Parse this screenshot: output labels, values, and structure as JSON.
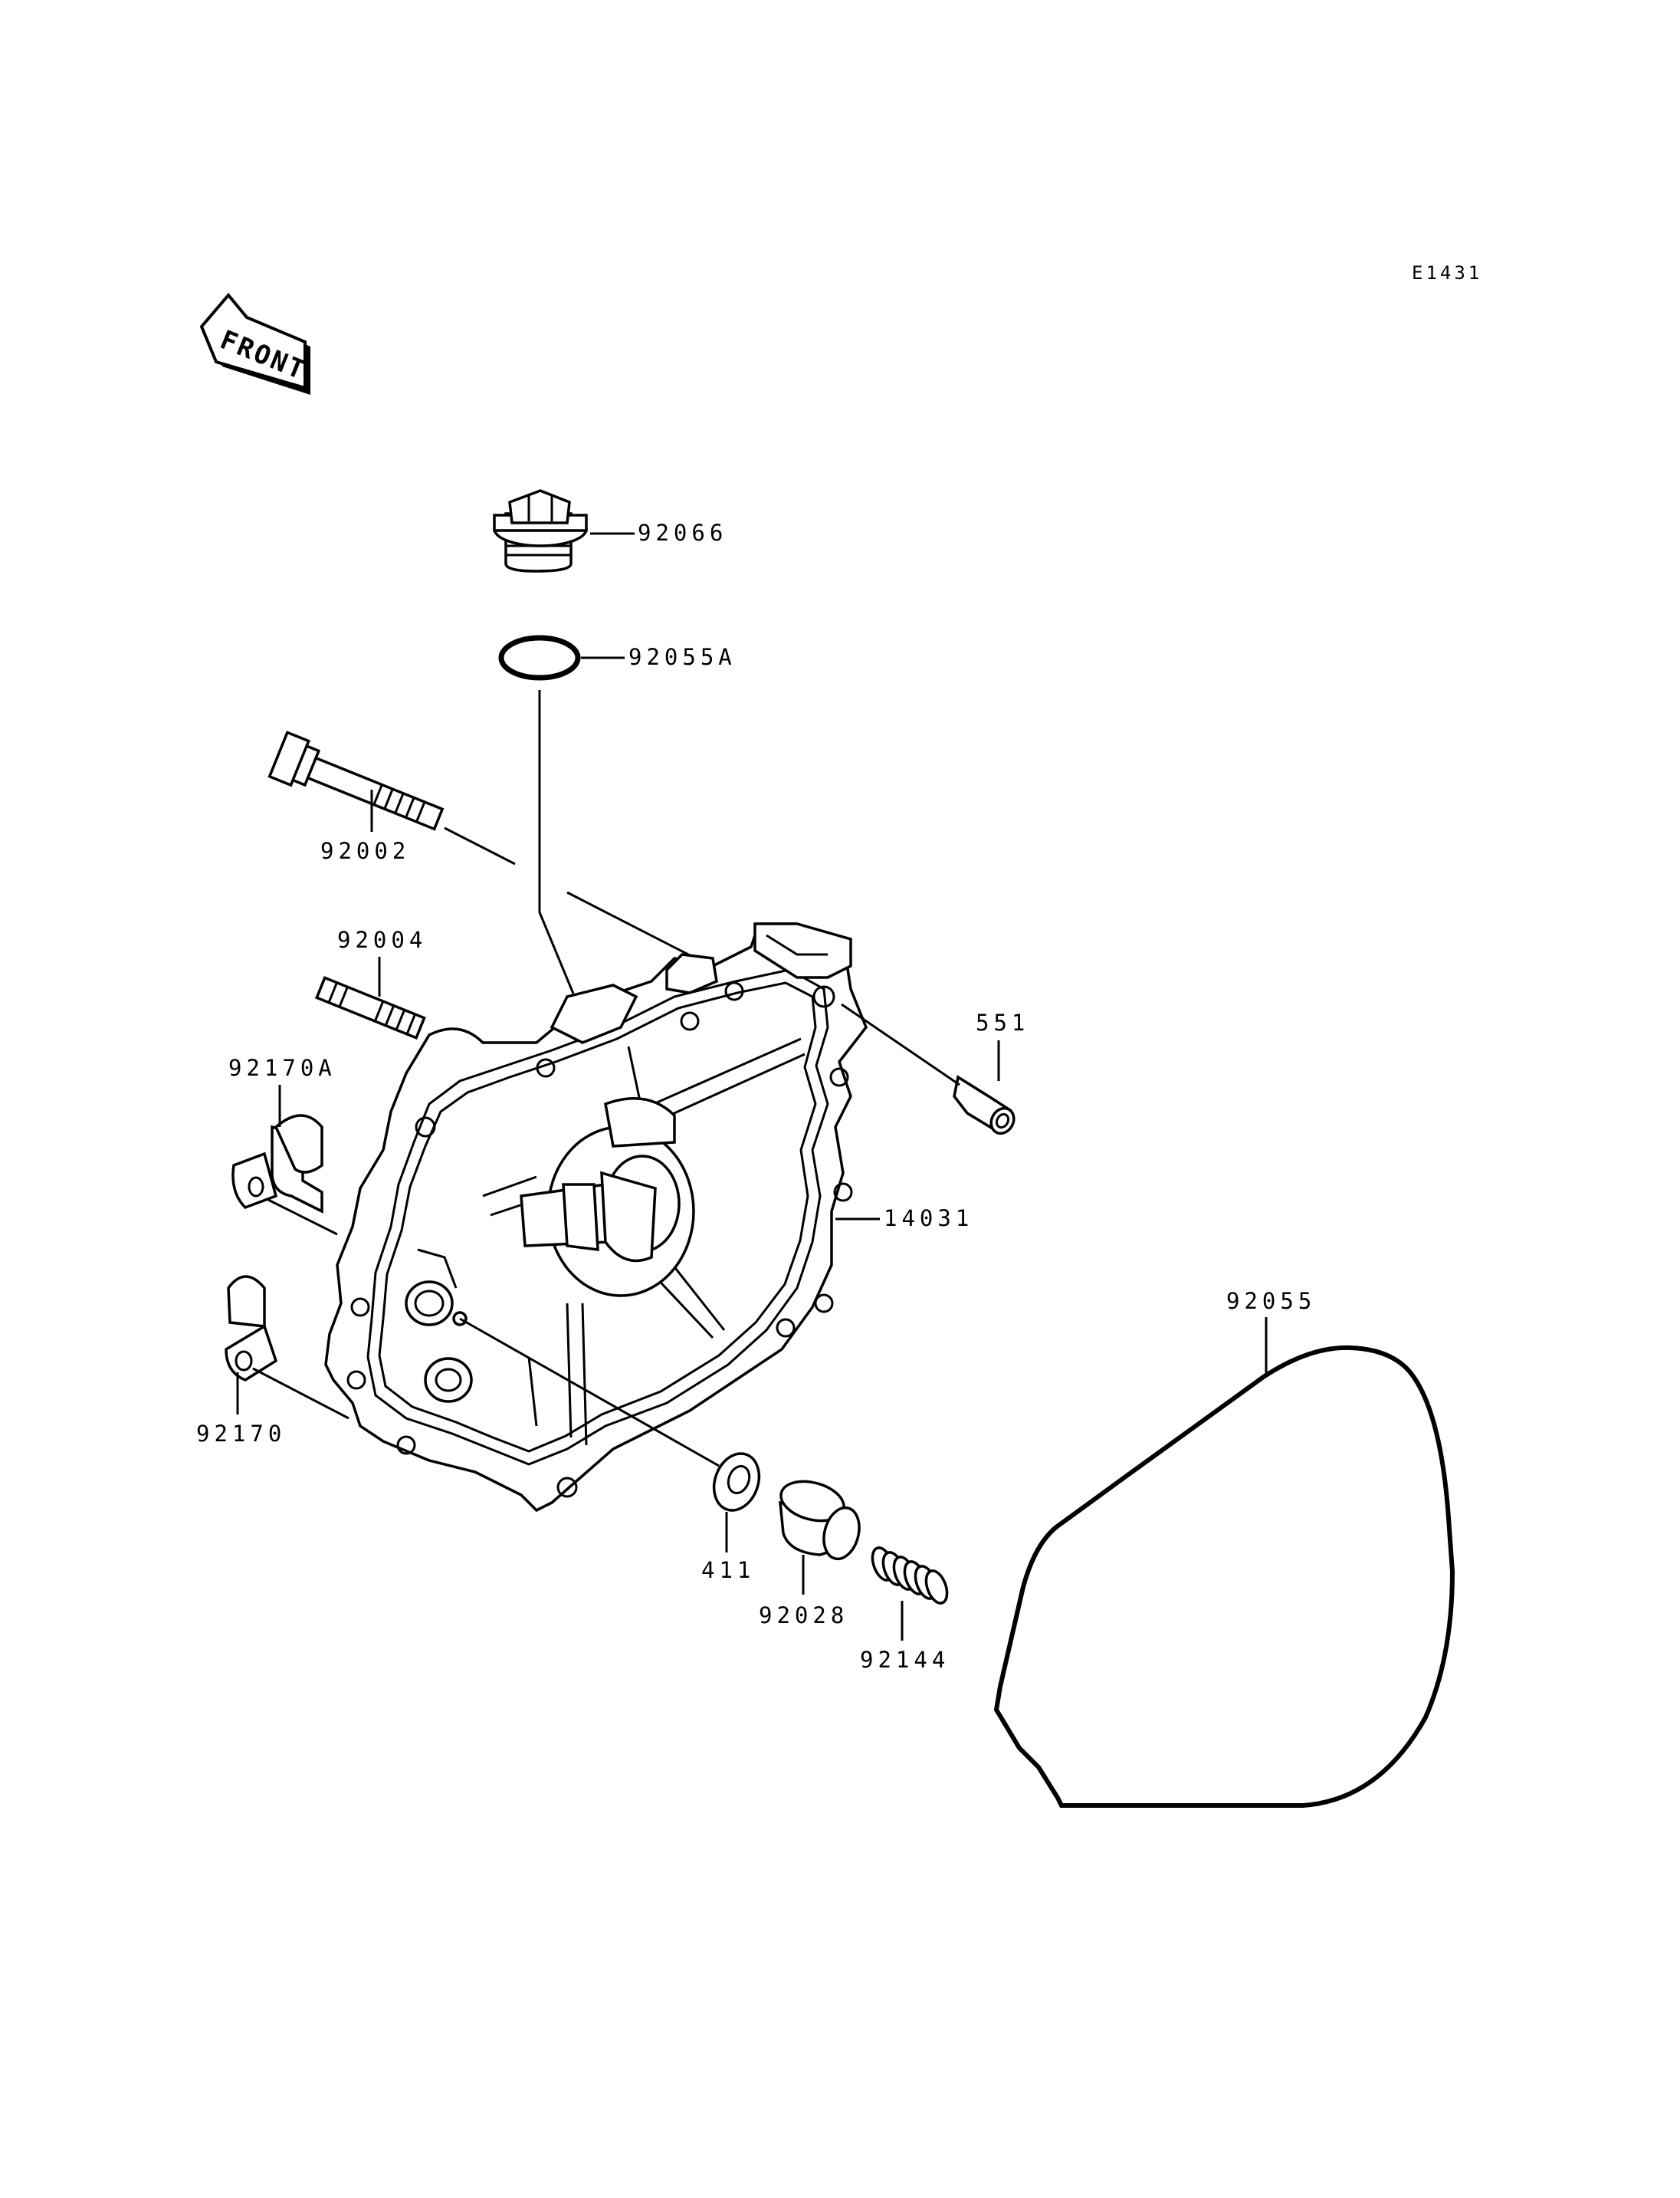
{
  "diagram": {
    "code": "E1431",
    "front_label": "FRONT",
    "parts": {
      "oil_plug": "92066",
      "plug_oring": "92055A",
      "bolt": "92002",
      "stud": "92004",
      "clamp_a": "92170A",
      "clamp": "92170",
      "dowel_pin": "551",
      "cover": "14031",
      "gasket": "92055",
      "seal": "411",
      "collar": "92028",
      "spring": "92144"
    }
  }
}
